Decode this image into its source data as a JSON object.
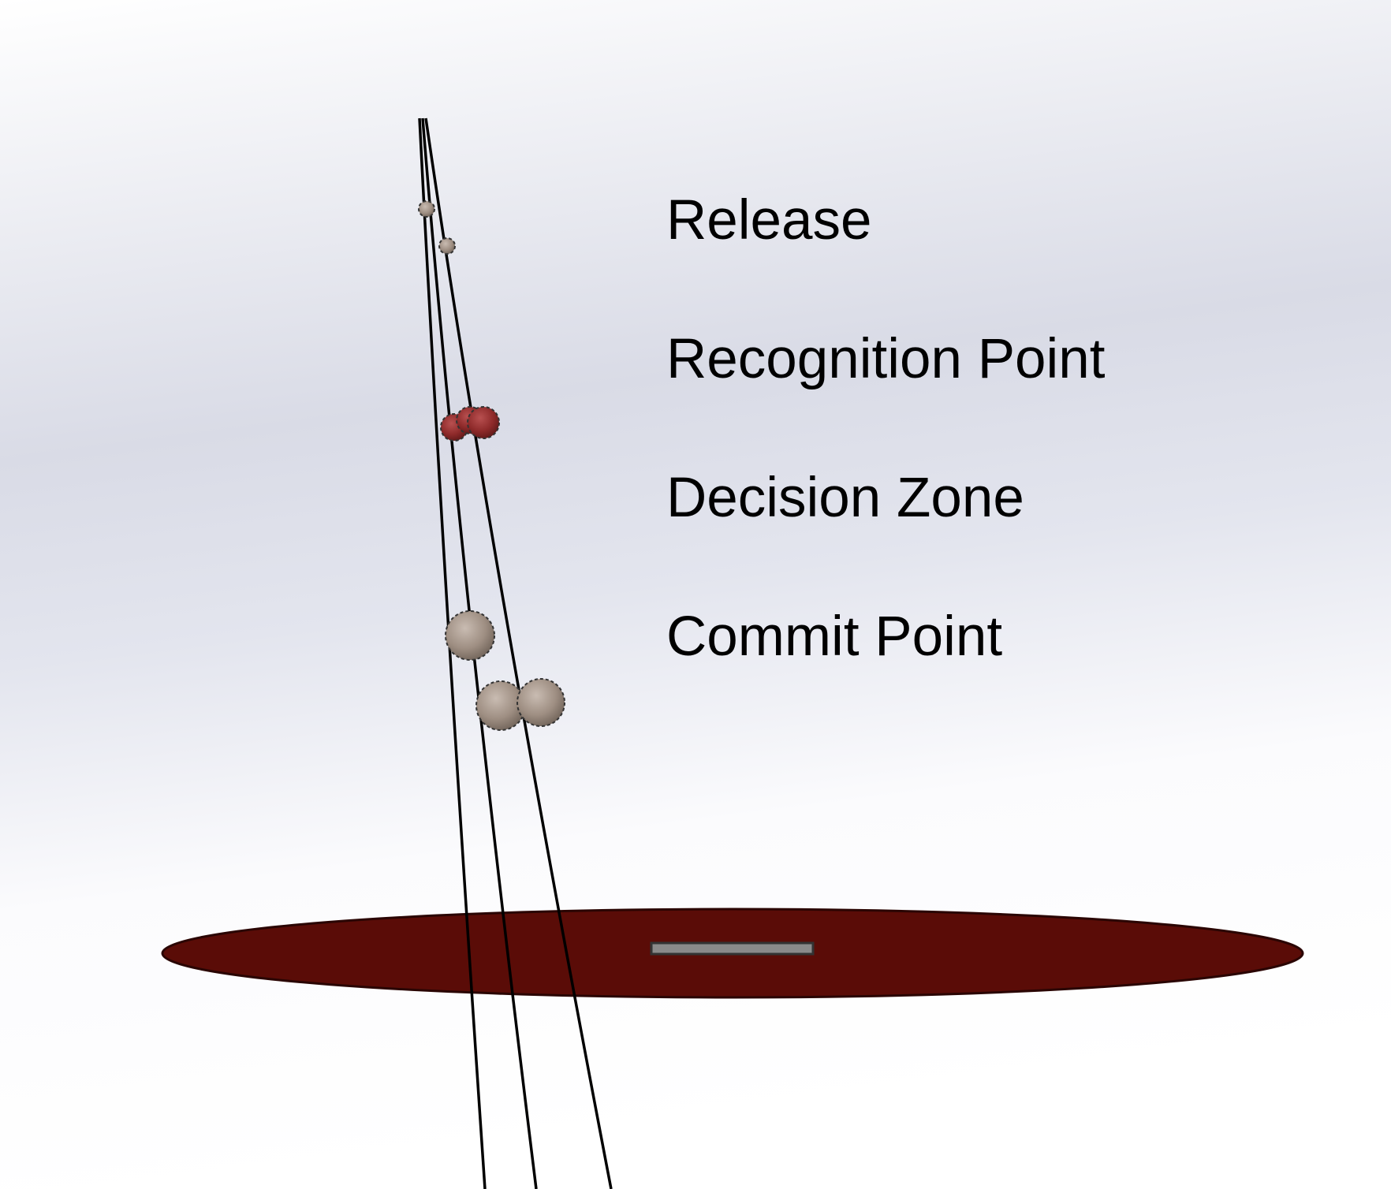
{
  "labels": {
    "release": "Release",
    "recognition": "Recognition Point",
    "decision": "Decision Zone",
    "commit": "Commit Point"
  },
  "colors": {
    "background_top": "#ffffff",
    "background_mid": "#d9dbe6",
    "background_bottom": "#ffffff",
    "plate": "#5a0c07",
    "trajectory": "#000000",
    "ball_light": "#9e8e82",
    "ball_red": "#8e2a2a",
    "plate_marker": "#8a8a8a"
  },
  "icons": {
    "ball": "ball-icon",
    "plate": "home-plate-icon"
  }
}
